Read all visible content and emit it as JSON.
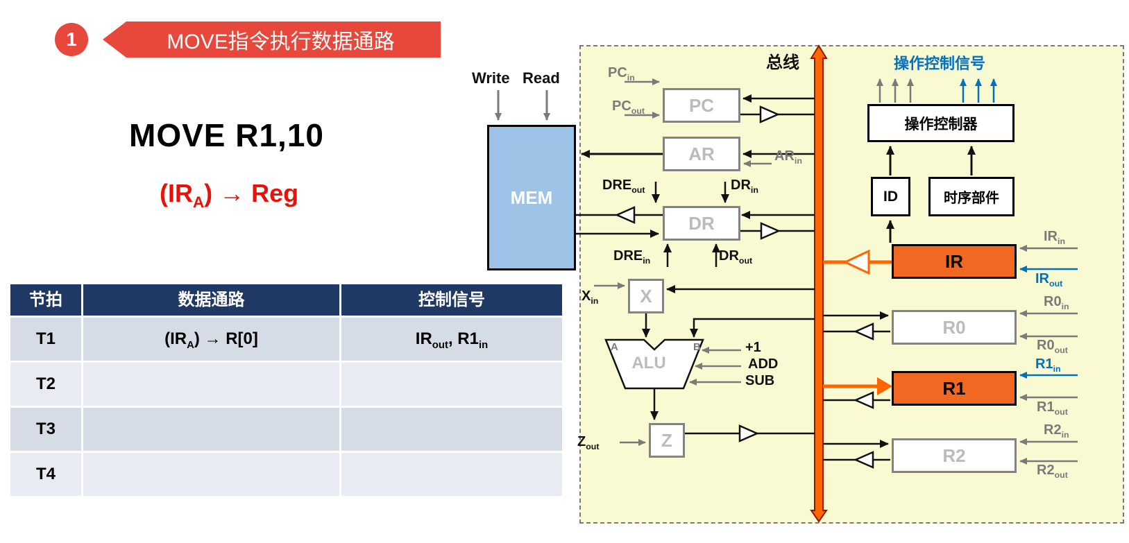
{
  "header": {
    "badge_number": "1",
    "banner_title": "MOVE指令执行数据通路"
  },
  "left": {
    "instruction": "MOVE R1,10",
    "operation": [
      {
        "t": "(IR"
      },
      {
        "t": "A",
        "sub": true
      },
      {
        "t": ") → Reg"
      }
    ]
  },
  "table": {
    "headers": [
      "节拍",
      "数据通路",
      "控制信号"
    ],
    "rows": [
      {
        "beat": "T1",
        "datapath": [
          {
            "t": "(IR"
          },
          {
            "t": "A",
            "sub": true
          },
          {
            "t": ") → R[0]"
          }
        ],
        "control": [
          {
            "t": "IR"
          },
          {
            "t": "out",
            "sub": true
          },
          {
            "t": ", R1"
          },
          {
            "t": "in",
            "sub": true
          }
        ]
      },
      {
        "beat": "T2",
        "datapath": [],
        "control": []
      },
      {
        "beat": "T3",
        "datapath": [],
        "control": []
      },
      {
        "beat": "T4",
        "datapath": [],
        "control": []
      }
    ]
  },
  "diagram": {
    "bus_label": "总线",
    "mem_label": "MEM",
    "write_label": "Write",
    "read_label": "Read",
    "control_title": "操作控制信号",
    "boxes": {
      "pc": "PC",
      "ar": "AR",
      "dr": "DR",
      "x": "X",
      "alu": "ALU",
      "z": "Z",
      "ir": "IR",
      "r0": "R0",
      "r1": "R1",
      "r2": "R2",
      "id": "ID",
      "controller": "操作控制器",
      "timing": "时序部件"
    },
    "alu_ports": {
      "a": "A",
      "b": "B"
    },
    "alu_ops": {
      "plus1": "+1",
      "add": "ADD",
      "sub": "SUB"
    },
    "signals": {
      "pc_in": [
        {
          "t": "PC"
        },
        {
          "t": "in",
          "sub": true
        }
      ],
      "pc_out": [
        {
          "t": "PC"
        },
        {
          "t": "out",
          "sub": true
        }
      ],
      "ar_in": [
        {
          "t": "AR"
        },
        {
          "t": "in",
          "sub": true
        }
      ],
      "dre_out": [
        {
          "t": "DRE"
        },
        {
          "t": "out",
          "sub": true
        }
      ],
      "dr_in": [
        {
          "t": "DR"
        },
        {
          "t": "in",
          "sub": true
        }
      ],
      "dre_in": [
        {
          "t": "DRE"
        },
        {
          "t": "in",
          "sub": true
        }
      ],
      "dr_out": [
        {
          "t": "DR"
        },
        {
          "t": "out",
          "sub": true
        }
      ],
      "x_in": [
        {
          "t": "X"
        },
        {
          "t": "in",
          "sub": true
        }
      ],
      "z_out": [
        {
          "t": "Z"
        },
        {
          "t": "out",
          "sub": true
        }
      ],
      "ir_in": [
        {
          "t": "IR"
        },
        {
          "t": "in",
          "sub": true
        }
      ],
      "ir_out": [
        {
          "t": "IR"
        },
        {
          "t": "out",
          "sub": true
        }
      ],
      "r0_in": [
        {
          "t": "R0"
        },
        {
          "t": "in",
          "sub": true
        }
      ],
      "r0_out": [
        {
          "t": "R0"
        },
        {
          "t": "out",
          "sub": true
        }
      ],
      "r1_in": [
        {
          "t": "R1"
        },
        {
          "t": "in",
          "sub": true
        }
      ],
      "r1_out": [
        {
          "t": "R1"
        },
        {
          "t": "out",
          "sub": true
        }
      ],
      "r2_in": [
        {
          "t": "R2"
        },
        {
          "t": "in",
          "sub": true
        }
      ],
      "r2_out": [
        {
          "t": "R2"
        },
        {
          "t": "out",
          "sub": true
        }
      ]
    },
    "colors": {
      "bus_orange": "#FF6600",
      "active_register_orange": "#F26822",
      "signal_blue": "#0070C0",
      "mem_blue": "#9DC3E6",
      "panel_yellow": "#FAFAD2",
      "banner_red": "#E8473B",
      "table_header_navy": "#1F3864"
    }
  }
}
